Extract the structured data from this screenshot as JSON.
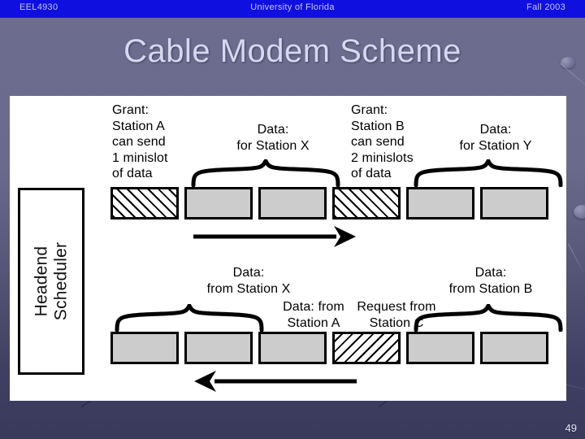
{
  "banner": {
    "course_code": "EEL4930",
    "institution": "University of Florida",
    "term": "Fall 2003",
    "background_color": "#0f0fe0",
    "text_color": "#c8c8e8"
  },
  "slide": {
    "title": "Cable Modem Scheme",
    "title_color": "#d7d7f0",
    "number": "49",
    "background_colors": [
      "#6d6d8f",
      "#3a3a5c"
    ]
  },
  "diagram": {
    "panel_color": "#ffffff",
    "headend": {
      "line1": "Headend",
      "line2": "Scheduler"
    },
    "downstream": {
      "arrow_direction": "right",
      "arrow_name": "downstream-arrow",
      "slots": [
        {
          "index": 1,
          "fill": "hatch-r",
          "kind": "grant"
        },
        {
          "index": 2,
          "fill": "gray",
          "kind": "data"
        },
        {
          "index": 3,
          "fill": "gray",
          "kind": "data"
        },
        {
          "index": 4,
          "fill": "hatch-r",
          "kind": "grant"
        },
        {
          "index": 5,
          "fill": "gray",
          "kind": "data"
        },
        {
          "index": 6,
          "fill": "gray",
          "kind": "data"
        }
      ],
      "labels": [
        {
          "name": "grant-station-a",
          "text": "Grant:\nStation A\ncan send\n1 minislot\nof data",
          "align": "left"
        },
        {
          "name": "data-for-station-x",
          "text": "Data:\nfor Station X",
          "align": "center"
        },
        {
          "name": "grant-station-b",
          "text": "Grant:\nStation B\ncan send\n2 minislots\nof data",
          "align": "left"
        },
        {
          "name": "data-for-station-y",
          "text": "Data:\nfor Station Y",
          "align": "center"
        }
      ]
    },
    "upstream": {
      "arrow_direction": "left",
      "arrow_name": "upstream-arrow",
      "slots": [
        {
          "index": 1,
          "fill": "gray",
          "kind": "data"
        },
        {
          "index": 2,
          "fill": "gray",
          "kind": "data"
        },
        {
          "index": 3,
          "fill": "gray",
          "kind": "data"
        },
        {
          "index": 4,
          "fill": "hatch-l",
          "kind": "request"
        },
        {
          "index": 5,
          "fill": "gray",
          "kind": "data"
        },
        {
          "index": 6,
          "fill": "gray",
          "kind": "data"
        }
      ],
      "labels": [
        {
          "name": "data-from-station-x",
          "text": "Data:\nfrom Station X",
          "align": "center"
        },
        {
          "name": "data-from-station-a",
          "text": "Data: from\nStation A",
          "align": "center"
        },
        {
          "name": "request-from-station-c",
          "text": "Request from\nStation C",
          "align": "center"
        },
        {
          "name": "data-from-station-b",
          "text": "Data:\nfrom Station B",
          "align": "center"
        }
      ]
    }
  }
}
